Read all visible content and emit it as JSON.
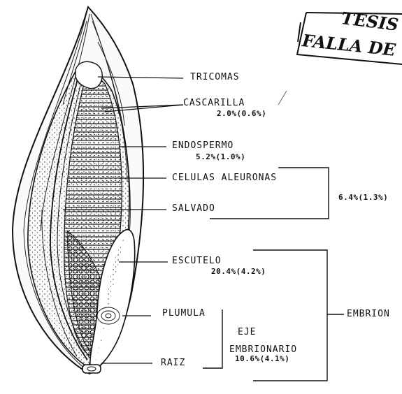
{
  "stamp": {
    "line1": "TESIS",
    "line2": "FALLA DE"
  },
  "labels": {
    "tricomas": "TRICOMAS",
    "cascarilla": "CASCARILLA",
    "cascarilla_pct": "2.0%(0.6%)",
    "endospermo": "ENDOSPERMO",
    "endospermo_pct": "5.2%(1.0%)",
    "celulas": "CELULAS ALEURONAS",
    "salvado": "SALVADO",
    "salvado_pct": "6.4%(1.3%)",
    "escutelo": "ESCUTELO",
    "escutelo_pct": "20.4%(4.2%)",
    "plumula": "PLUMULA",
    "eje": "EJE",
    "embrionario": "EMBRIONARIO",
    "embrionario_pct": "10.6%(4.1%)",
    "raiz": "RAIZ",
    "embrion": "EMBRION"
  }
}
